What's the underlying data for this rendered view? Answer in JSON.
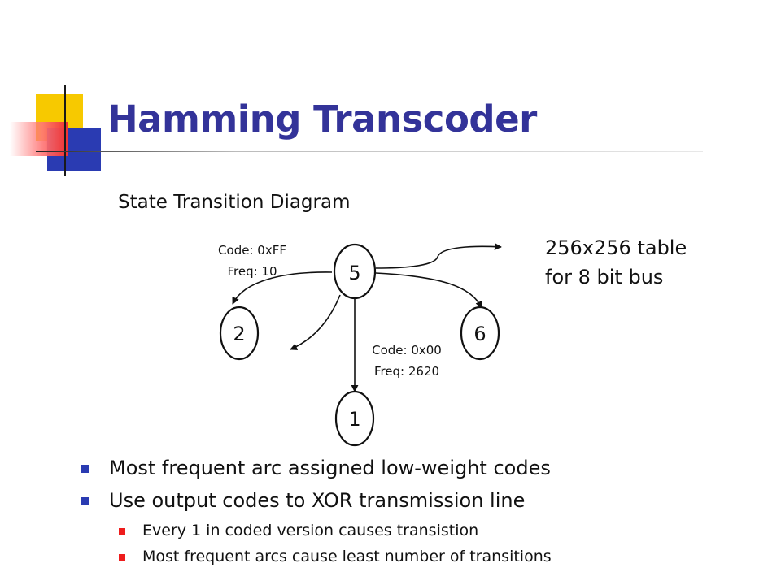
{
  "slide": {
    "title": "Hamming Transcoder",
    "subtitle": "State Transition Diagram",
    "table_note": [
      "256x256 table",
      "for 8 bit bus"
    ],
    "accent_colors": {
      "title": "#333399",
      "bullet_main": "#2a3bb2",
      "bullet_sub": "#ee1c1c",
      "deco_yellow": "#f7c900"
    }
  },
  "diagram": {
    "nodes": [
      {
        "id": "5",
        "label": "5"
      },
      {
        "id": "2",
        "label": "2"
      },
      {
        "id": "6",
        "label": "6"
      },
      {
        "id": "1",
        "label": "1"
      }
    ],
    "arcs": [
      {
        "from": "5",
        "to": "2",
        "code_label": "Code: 0xFF",
        "freq_label": "Freq: 10"
      },
      {
        "from": "5",
        "to": "1",
        "code_label": "Code: 0x00",
        "freq_label": "Freq: 2620"
      },
      {
        "from": "5",
        "to": "6"
      }
    ]
  },
  "bullets": [
    {
      "text": "Most frequent arc assigned low-weight codes",
      "children": []
    },
    {
      "text": "Use output codes to XOR transmission line",
      "children": [
        "Every 1 in coded version causes transistion",
        "Most frequent arcs cause least number of transitions"
      ]
    }
  ]
}
